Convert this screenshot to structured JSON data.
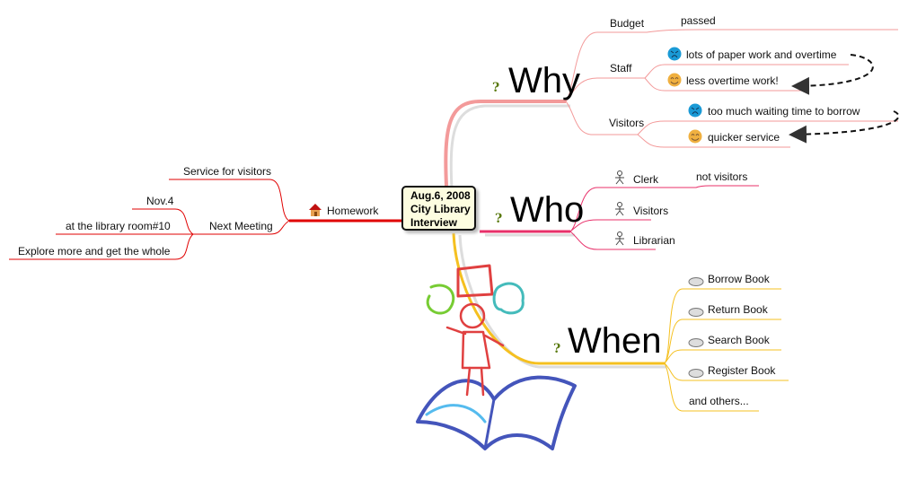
{
  "central": {
    "lines": [
      "Aug.6, 2008",
      "City Library",
      "Interview"
    ]
  },
  "why": {
    "title": "Why",
    "marker": "?",
    "color": "#f08c8c",
    "budget": {
      "label": "Budget",
      "child": "passed"
    },
    "staff": {
      "label": "Staff",
      "before": "lots of paper work and overtime",
      "after": "less overtime work!"
    },
    "visitors": {
      "label": "Visitors",
      "before": "too much waiting time to borrow",
      "after": "quicker service"
    }
  },
  "who": {
    "title": "Who",
    "marker": "?",
    "color": "#e8306a",
    "items": [
      {
        "label": "Clerk",
        "child": "not visitors"
      },
      {
        "label": "Visitors"
      },
      {
        "label": "Librarian"
      }
    ]
  },
  "when": {
    "title": "When",
    "marker": "?",
    "color": "#f5c020",
    "items": [
      "Borrow Book",
      "Return Book",
      "Search Book",
      "Register Book",
      "and others..."
    ]
  },
  "homework": {
    "title": "Homework",
    "color": "#e00000",
    "service": "Service for visitors",
    "meeting": {
      "label": "Next Meeting",
      "items": [
        "Nov.4",
        "at the library room#10",
        "Explore more and get the whole"
      ]
    }
  }
}
